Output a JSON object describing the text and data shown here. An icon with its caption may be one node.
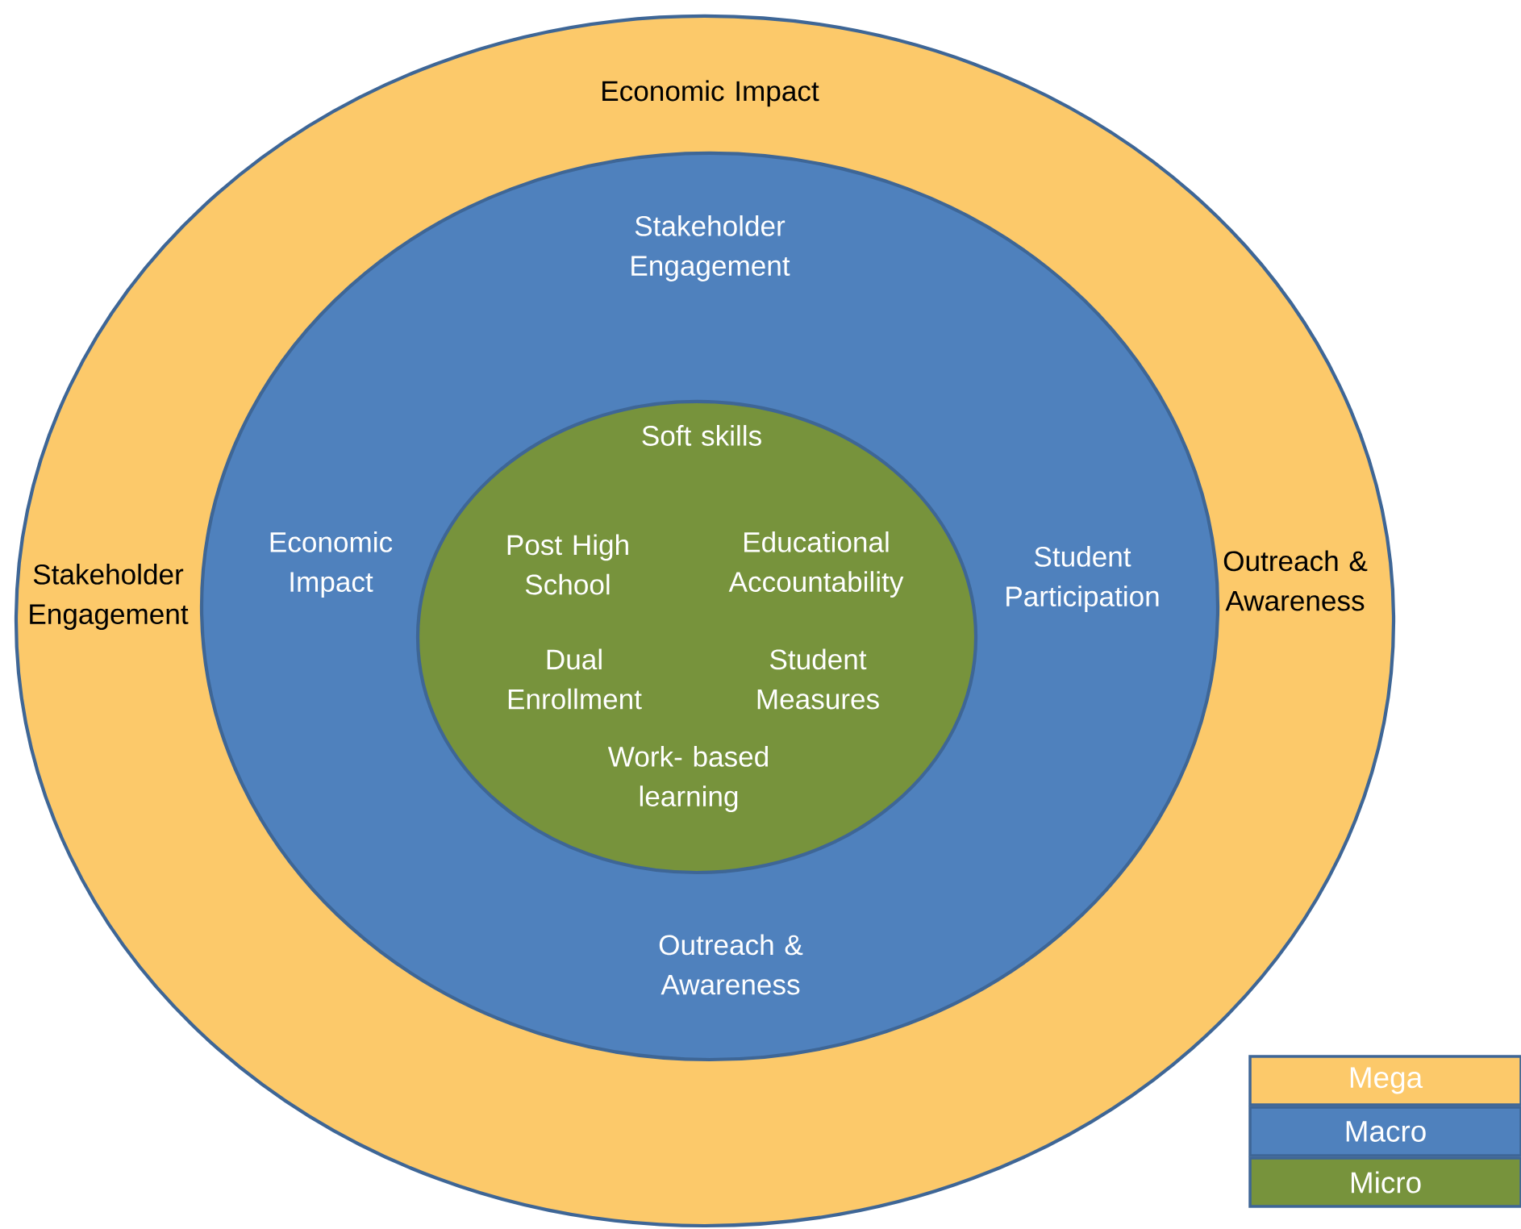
{
  "diagram": {
    "nodes": [
      {
        "text": [
          "Economic Impact",
          "Stakeholder Engagement",
          "Outreach & Awareness"
        ]
      },
      {
        "text": [
          "Stakeholder Engagement",
          "Economic Impact",
          "Student Participation",
          "Outreach & Awareness"
        ],
        "in": 0
      },
      {
        "text": [
          "Soft skills",
          "Post High School",
          "Educational Accountability",
          "Dual Enrollment",
          "Student Measures",
          "Work- based learning"
        ],
        "in": 1
      }
    ],
    "legend": [
      {
        "text": "Mega",
        "color": "#fcc96a"
      },
      {
        "text": "Macro",
        "color": "#4f81bd"
      },
      {
        "text": "Micro",
        "color": "#77933c"
      }
    ]
  }
}
